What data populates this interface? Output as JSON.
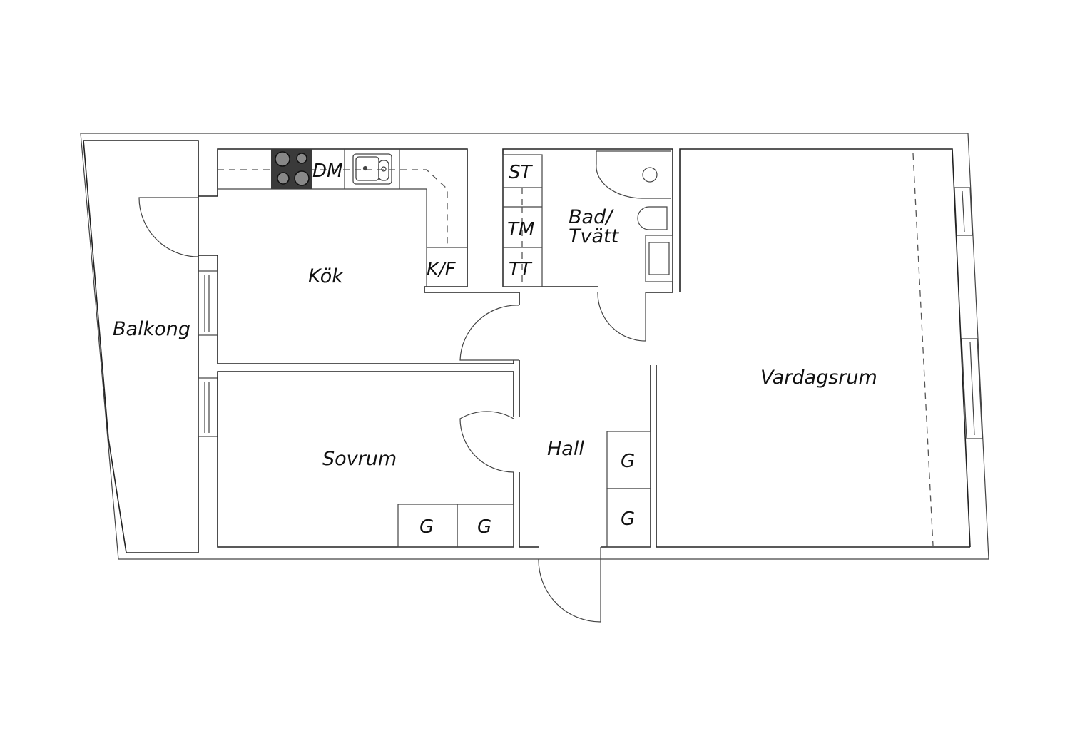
{
  "rooms": {
    "balkong": "Balkong",
    "kok": "Kök",
    "sovrum": "Sovrum",
    "hall": "Hall",
    "bad_line1": "Bad/",
    "bad_line2": "Tvätt",
    "vardagsrum": "Vardagsrum"
  },
  "fixtures": {
    "dm": "DM",
    "kf": "K/F",
    "st": "ST",
    "tm": "TM",
    "tt": "TT",
    "g_sovrum_1": "G",
    "g_sovrum_2": "G",
    "g_hall_1": "G",
    "g_hall_2": "G"
  },
  "colors": {
    "stove": "#3a3a3a",
    "line": "#222222"
  }
}
